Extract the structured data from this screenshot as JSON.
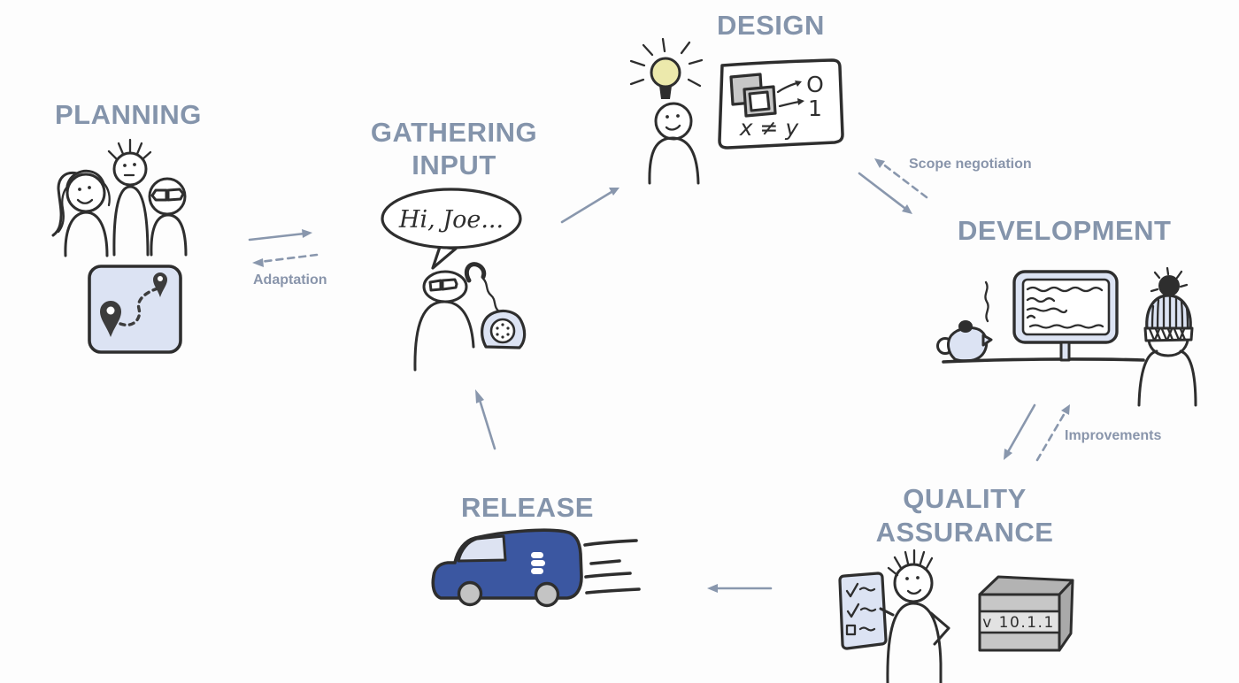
{
  "palette": {
    "background": "#fdfdfd",
    "title_color": "#8494ab",
    "arrow_color": "#8997ad",
    "label_color": "#8995ab",
    "ink": "#2e2e2e",
    "light_blue": "#dce3f3",
    "bulb_yellow": "#ece9ac",
    "truck_blue": "#3b57a1",
    "gray_fill": "#c7c7c7",
    "gray_dark": "#a9a9a9",
    "gray_light": "#e2e2e2",
    "wheel_gray": "#c4c4c4",
    "pin_color": "#3c3c3c",
    "window_blue": "#dde3f2"
  },
  "stages": {
    "planning": {
      "label": "PLANNING"
    },
    "gathering_input": {
      "label_line1": "GATHERING",
      "label_line2": "INPUT",
      "speech_bubble": "Hi, Joe..."
    },
    "design": {
      "label": "DESIGN",
      "whiteboard_circle": "O",
      "whiteboard_one": "1",
      "whiteboard_formula": "x ≠ y"
    },
    "development": {
      "label": "DEVELOPMENT"
    },
    "quality_assurance": {
      "label_line1": "QUALITY",
      "label_line2": "ASSURANCE",
      "version_label": "v 10.1.1"
    },
    "release": {
      "label": "RELEASE"
    }
  },
  "transitions": {
    "adaptation_label": "Adaptation",
    "scope_negotiation_label": "Scope negotiation",
    "improvements_label": "Improvements"
  }
}
